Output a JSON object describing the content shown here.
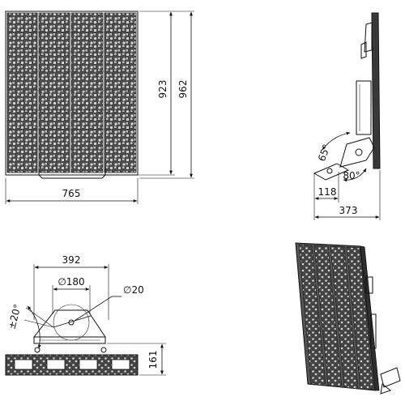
{
  "dimensions": {
    "front_width": "765",
    "front_height_inner": "923",
    "front_height_outer": "962",
    "side_depth": "373",
    "side_bracket": "118",
    "tilt_up": "65°",
    "tilt_down": "80°",
    "bottom_width": "392",
    "bottom_diameter_large": "∅180",
    "bottom_diameter_small": "∅20",
    "bottom_rotation": "±20°",
    "bottom_height": "161"
  },
  "colors": {
    "line": "#111111",
    "panel_fill": "#5a5a5a",
    "panel_dark": "#2e2e2e",
    "cell_light": "#d9d9d9"
  }
}
